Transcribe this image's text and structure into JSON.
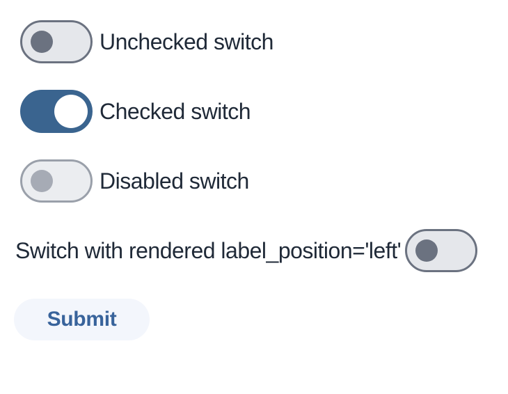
{
  "colors": {
    "checked_track": "#3a648f",
    "unchecked_track": "#e5e7eb",
    "unchecked_border": "#6b7280",
    "unchecked_thumb": "#6b7280",
    "disabled_thumb": "#a6abb5",
    "label_text": "#1f2937",
    "submit_background": "#f3f6fc",
    "submit_text": "#38639b"
  },
  "switches": [
    {
      "label": "Unchecked switch",
      "state": "unchecked",
      "label_position": "right"
    },
    {
      "label": "Checked switch",
      "state": "checked",
      "label_position": "right"
    },
    {
      "label": "Disabled switch",
      "state": "disabled",
      "label_position": "right"
    },
    {
      "label": "Switch with rendered label_position='left'",
      "state": "unchecked",
      "label_position": "left"
    }
  ],
  "submit_button": {
    "label": "Submit"
  }
}
